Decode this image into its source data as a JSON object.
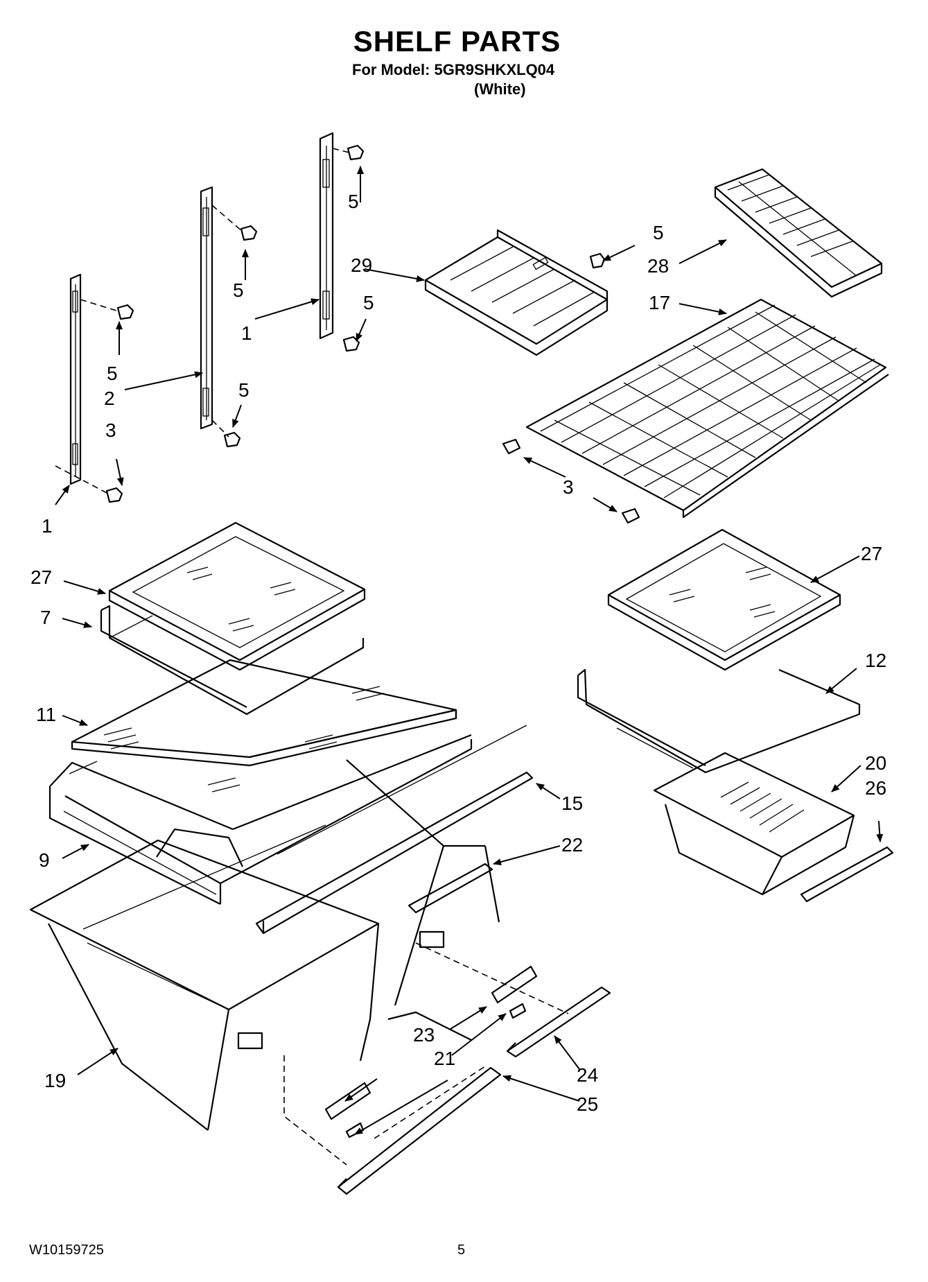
{
  "header": {
    "title": "SHELF PARTS",
    "model": "For Model: 5GR9SHKXLQ04",
    "variant": "(White)"
  },
  "callouts": [
    "1",
    "1",
    "2",
    "3",
    "5",
    "5",
    "5",
    "5",
    "5",
    "5",
    "7",
    "9",
    "11",
    "12",
    "15",
    "17",
    "19",
    "20",
    "21",
    "22",
    "23",
    "24",
    "25",
    "26",
    "27",
    "27",
    "28",
    "29"
  ],
  "footer": {
    "doc_number": "W10159725",
    "page_number": "5"
  }
}
